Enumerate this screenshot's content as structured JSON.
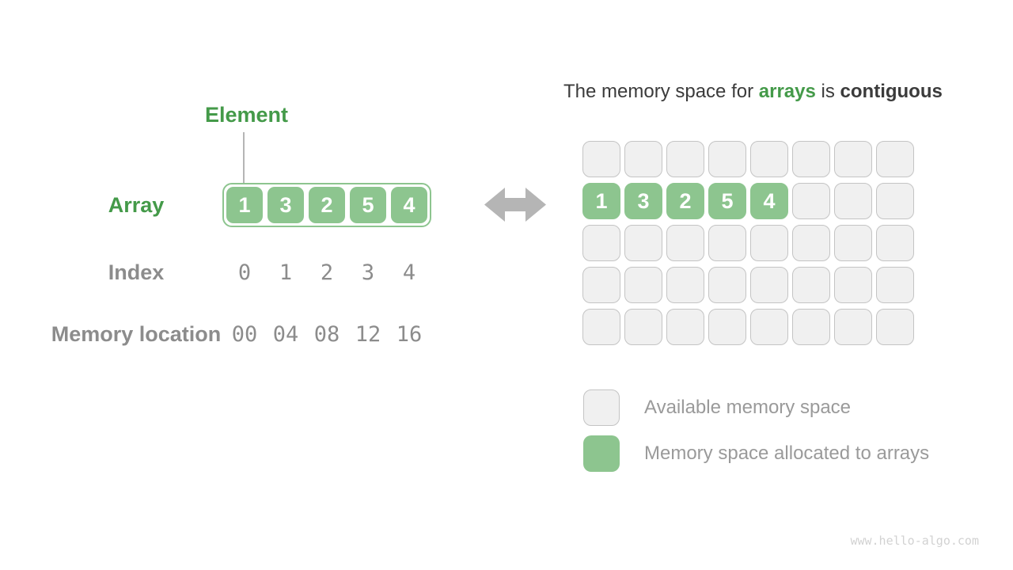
{
  "left": {
    "element_label": "Element",
    "array_label": "Array",
    "array_values": [
      "1",
      "3",
      "2",
      "5",
      "4"
    ],
    "index_label": "Index",
    "index_values": [
      "0",
      "1",
      "2",
      "3",
      "4"
    ],
    "memory_label": "Memory location",
    "memory_values": [
      "00",
      "04",
      "08",
      "12",
      "16"
    ]
  },
  "right": {
    "title_parts": {
      "prefix": "The memory space for",
      "highlight": "arrays",
      "middle": "is",
      "emphasis": "contiguous"
    },
    "grid": {
      "rows": 5,
      "cols": 8,
      "allocated": {
        "row": 1,
        "start_col": 0,
        "values": [
          "1",
          "3",
          "2",
          "5",
          "4"
        ]
      }
    },
    "legend": [
      {
        "swatch": "available",
        "label": "Available memory space"
      },
      {
        "swatch": "allocated",
        "label": "Memory space allocated to arrays"
      }
    ]
  },
  "watermark": "www.hello-algo.com",
  "colors": {
    "green_text": "#449a49",
    "green_fill": "#8dc58f",
    "cell_fill": "#f0f0f0",
    "cell_border": "#c4c4c4",
    "gray_text": "#8c8c8c",
    "legend_text": "#9a9a9a",
    "dark_text": "#3b3b3b",
    "arrow": "#b5b5b5",
    "line_gray": "#b5b5b5",
    "watermark_text": "#d2d2d2"
  }
}
